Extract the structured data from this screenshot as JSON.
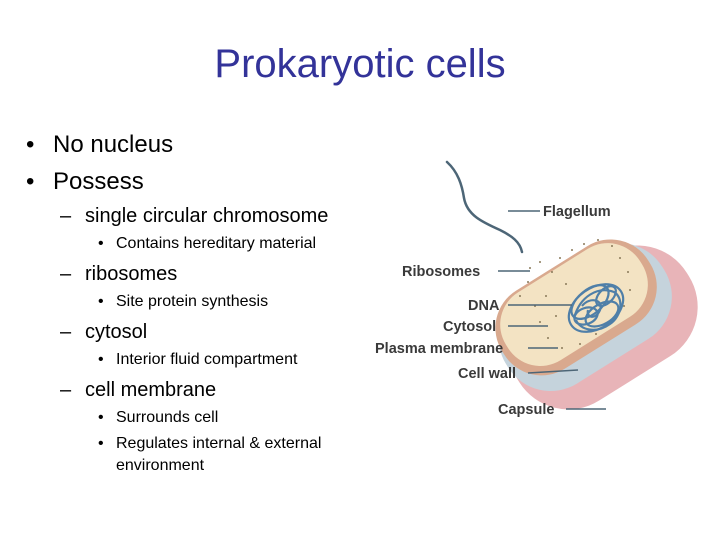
{
  "slide": {
    "title": "Prokaryotic cells",
    "bullets": {
      "no_nucleus": "No nucleus",
      "possess": "Possess",
      "chromosome": "single circular chromosome",
      "chromosome_sub": "Contains hereditary material",
      "ribosomes": "ribosomes",
      "ribosomes_sub": "Site protein synthesis",
      "cytosol": "cytosol",
      "cytosol_sub": "Interior fluid compartment",
      "membrane": "cell membrane",
      "membrane_sub1": "Surrounds cell",
      "membrane_sub2a": "Regulates internal & external",
      "membrane_sub2b": "environment"
    },
    "markers": {
      "round": "•",
      "dash": "–"
    }
  },
  "diagram": {
    "labels": {
      "flagellum": "Flagellum",
      "ribosomes": "Ribosomes",
      "dna": "DNA",
      "cytosol": "Cytosol",
      "plasma_membrane": "Plasma membrane",
      "cell_wall": "Cell wall",
      "capsule": "Capsule"
    },
    "colors": {
      "capsule": "#e8b4b8",
      "cell_wall": "#c5d3dc",
      "membrane": "#d9a98e",
      "cytosol": "#f3e3c3",
      "dna": "#4f7fa8",
      "title": "#333399"
    }
  }
}
